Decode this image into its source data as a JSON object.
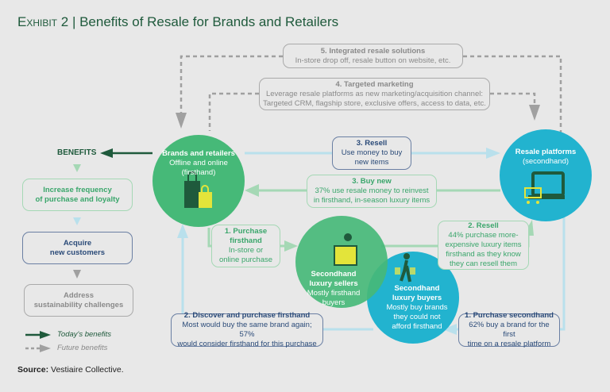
{
  "title": {
    "prefix": "Exhibit 2",
    "separator": "|",
    "text": "Benefits of Resale for Brands and Retailers"
  },
  "nodes": {
    "brands": {
      "title": "Brands and retailers",
      "line1": "Offline and online",
      "line2": "(firsthand)",
      "icon": "shopping-bags-icon"
    },
    "platforms": {
      "title": "Resale platforms",
      "line1": "(secondhand)",
      "icon": "laptop-cart-icon"
    },
    "sellers": {
      "title1": "Secondhand",
      "title2": "luxury sellers",
      "line1": "Mostly firsthand",
      "line2": "buyers",
      "icon": "cashier-icon"
    },
    "buyers": {
      "title1": "Secondhand",
      "title2": "luxury buyers",
      "line1": "Mostly buy brands",
      "line2": "they could not",
      "line3": "afford firsthand",
      "icon": "shopper-icon"
    }
  },
  "flows": {
    "integrated": {
      "title": "5. Integrated resale solutions",
      "text": "In-store drop off, resale button on website, etc."
    },
    "marketing": {
      "title": "4. Targeted marketing",
      "line1": "Leverage resale platforms as new marketing/acquisition channel:",
      "line2": "Targeted CRM, flagship store, exclusive offers, access to data, etc."
    },
    "resell3": {
      "title": "3. Resell",
      "line1": "Use money to buy",
      "line2": "new items"
    },
    "buynew": {
      "title": "3. Buy new",
      "line1": "37% use resale money to reinvest",
      "line2": "in firsthand, in-season luxury items"
    },
    "purchase1": {
      "title1": "1. Purchase",
      "title2": "firsthand",
      "line1": "In-store or",
      "line2": "online purchase"
    },
    "resell2": {
      "title": "2. Resell",
      "line1": "44% purchase more-",
      "line2": "expensive luxury items",
      "line3": "firsthand as they know",
      "line4": "they can resell them"
    },
    "discover": {
      "title": "2. Discover and purchase firsthand",
      "line1": "Most would buy the same brand again; 57%",
      "line2": "would consider firsthand for this purchase"
    },
    "purchase2": {
      "title": "1. Purchase secondhand",
      "line1": "62% buy a brand for the first",
      "line2": "time on a resale platform"
    }
  },
  "benefits": {
    "heading": "BENEFITS",
    "items": [
      {
        "line1": "Increase frequency",
        "line2": "of purchase and loyalty"
      },
      {
        "line1": "Acquire",
        "line2": "new customers"
      },
      {
        "line1": "Address",
        "line2": "sustainability challenges"
      }
    ]
  },
  "legend": {
    "today": "Today's benefits",
    "future": "Future benefits"
  },
  "source": {
    "label": "Source:",
    "text": "Vestiaire Collective."
  },
  "colors": {
    "dark_green": "#1f5a3c",
    "green": "#46b978",
    "blue": "#22b3cf",
    "light_blue": "#b9e0ec",
    "light_green": "#a5d8b5",
    "grey": "#a0a0a0",
    "navy": "#2a4a78"
  }
}
